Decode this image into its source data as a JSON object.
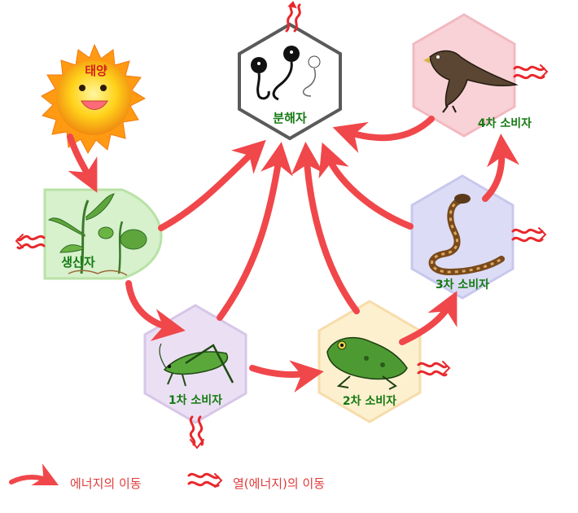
{
  "nodes": {
    "sun": {
      "label": "태양"
    },
    "decomposer": {
      "label": "분해자"
    },
    "producer": {
      "label": "생산자"
    },
    "consumer1": {
      "label": "1차  소비자"
    },
    "consumer2": {
      "label": "2차  소비자"
    },
    "consumer3": {
      "label": "3차  소비자"
    },
    "consumer4": {
      "label": "4차  소비자"
    }
  },
  "legend": {
    "energy_flow": "에너지의 이동",
    "heat_flow": "열(에너지)의 이동"
  },
  "colors": {
    "arrow": "#f0474b",
    "heat": "#e8282c",
    "label_green": "#157a13",
    "producer_fill": "#d6f1cc",
    "consumer1_fill": "#ebe0f3",
    "consumer2_fill": "#fdf0cf",
    "consumer3_fill": "#dcdcf6",
    "consumer4_fill": "#f8d2d6",
    "decomposer_stroke": "#5a5a5a",
    "sun_fill": "#ffcc11"
  }
}
